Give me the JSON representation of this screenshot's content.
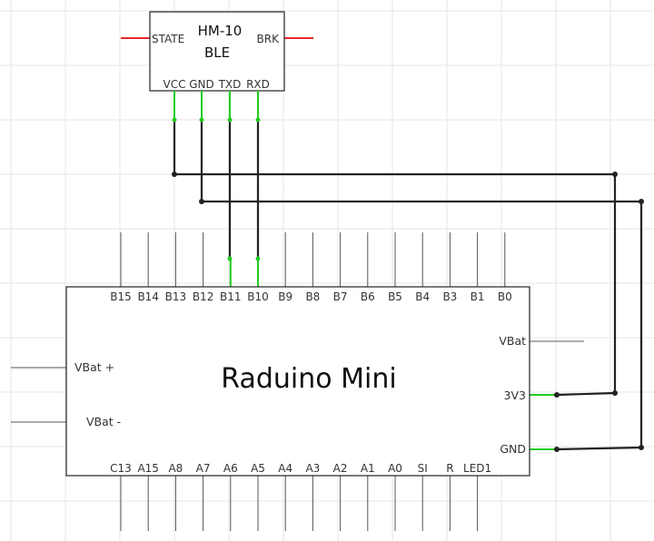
{
  "colors": {
    "background": "#ffffff",
    "grid": "#e6e6e6",
    "outline": "#222222",
    "wire": "#222222",
    "pin": "#555555",
    "connected_pin": "#22cc22",
    "unconnected_pin_end": "#e8262a"
  },
  "hm10": {
    "title_line1": "HM-10",
    "title_line2": "BLE",
    "left_pin": "STATE",
    "right_pin": "BRK",
    "bottom_pins": [
      "VCC",
      "GND",
      "TXD",
      "RXD"
    ]
  },
  "raduino": {
    "title": "Raduino Mini",
    "top_pins": [
      "B15",
      "B14",
      "B13",
      "B12",
      "B11",
      "B10",
      "B9",
      "B8",
      "B7",
      "B6",
      "B5",
      "B4",
      "B3",
      "B1",
      "B0"
    ],
    "bottom_pins": [
      "C13",
      "A15",
      "A8",
      "A7",
      "A6",
      "A5",
      "A4",
      "A3",
      "A2",
      "A1",
      "A0",
      "SI",
      "R",
      "LED1"
    ],
    "left_pins": [
      "VBat +",
      "VBat -"
    ],
    "right_pins": [
      "VBat",
      "3V3",
      "GND"
    ]
  },
  "connections": [
    {
      "from": "HM-10 VCC",
      "to": "Raduino Mini 3V3"
    },
    {
      "from": "HM-10 GND",
      "to": "Raduino Mini GND"
    },
    {
      "from": "HM-10 TXD",
      "to": "Raduino Mini B11"
    },
    {
      "from": "HM-10 RXD",
      "to": "Raduino Mini B10"
    }
  ]
}
